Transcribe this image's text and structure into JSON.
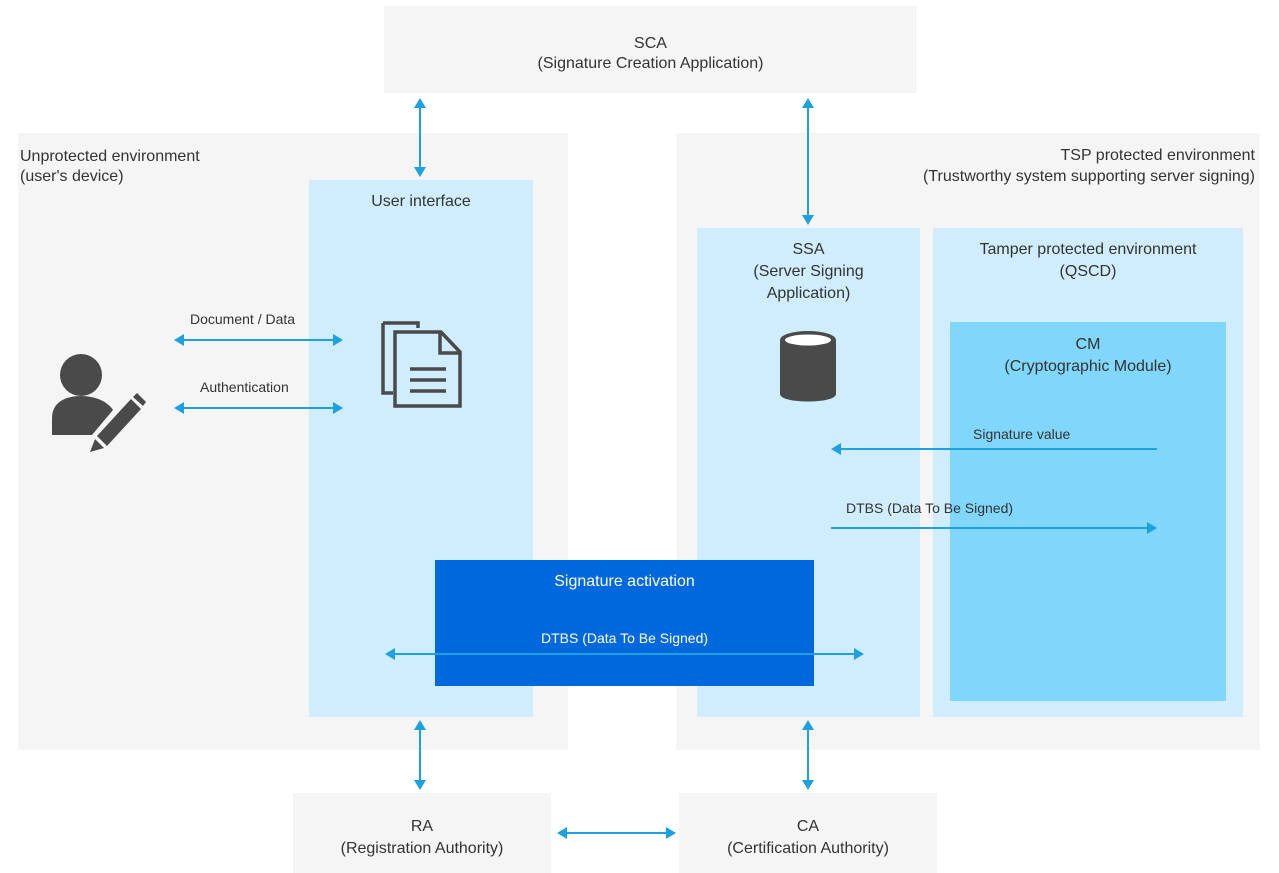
{
  "sca": {
    "name": "SCA",
    "full": "(Signature Creation Application)"
  },
  "unprotected": {
    "line1": "Unprotected environment",
    "line2": "(user's device)"
  },
  "tsp": {
    "line1": "TSP protected environment",
    "line2": "(Trustworthy system supporting server signing)"
  },
  "user_interface": {
    "title": "User interface"
  },
  "ssa": {
    "name": "SSA",
    "line2": "(Server Signing",
    "line3": "Application)"
  },
  "tamper": {
    "line1": "Tamper protected environment",
    "line2": "(QSCD)"
  },
  "cm": {
    "name": "CM",
    "full": "(Cryptographic Module)"
  },
  "flows": {
    "document_data": "Document / Data",
    "authentication": "Authentication",
    "signature_value": "Signature value",
    "dtbs_ssa_cm": "DTBS (Data To Be Signed)"
  },
  "signature_activation": {
    "title": "Signature activation",
    "dtbs": "DTBS (Data To Be Signed)"
  },
  "ra": {
    "name": "RA",
    "full": "(Registration Authority)"
  },
  "ca": {
    "name": "CA",
    "full": "(Certification Authority)"
  },
  "colors": {
    "arrow": "#1fa0e0",
    "icon": "#4a4a4a",
    "activation": "#0068dd"
  }
}
